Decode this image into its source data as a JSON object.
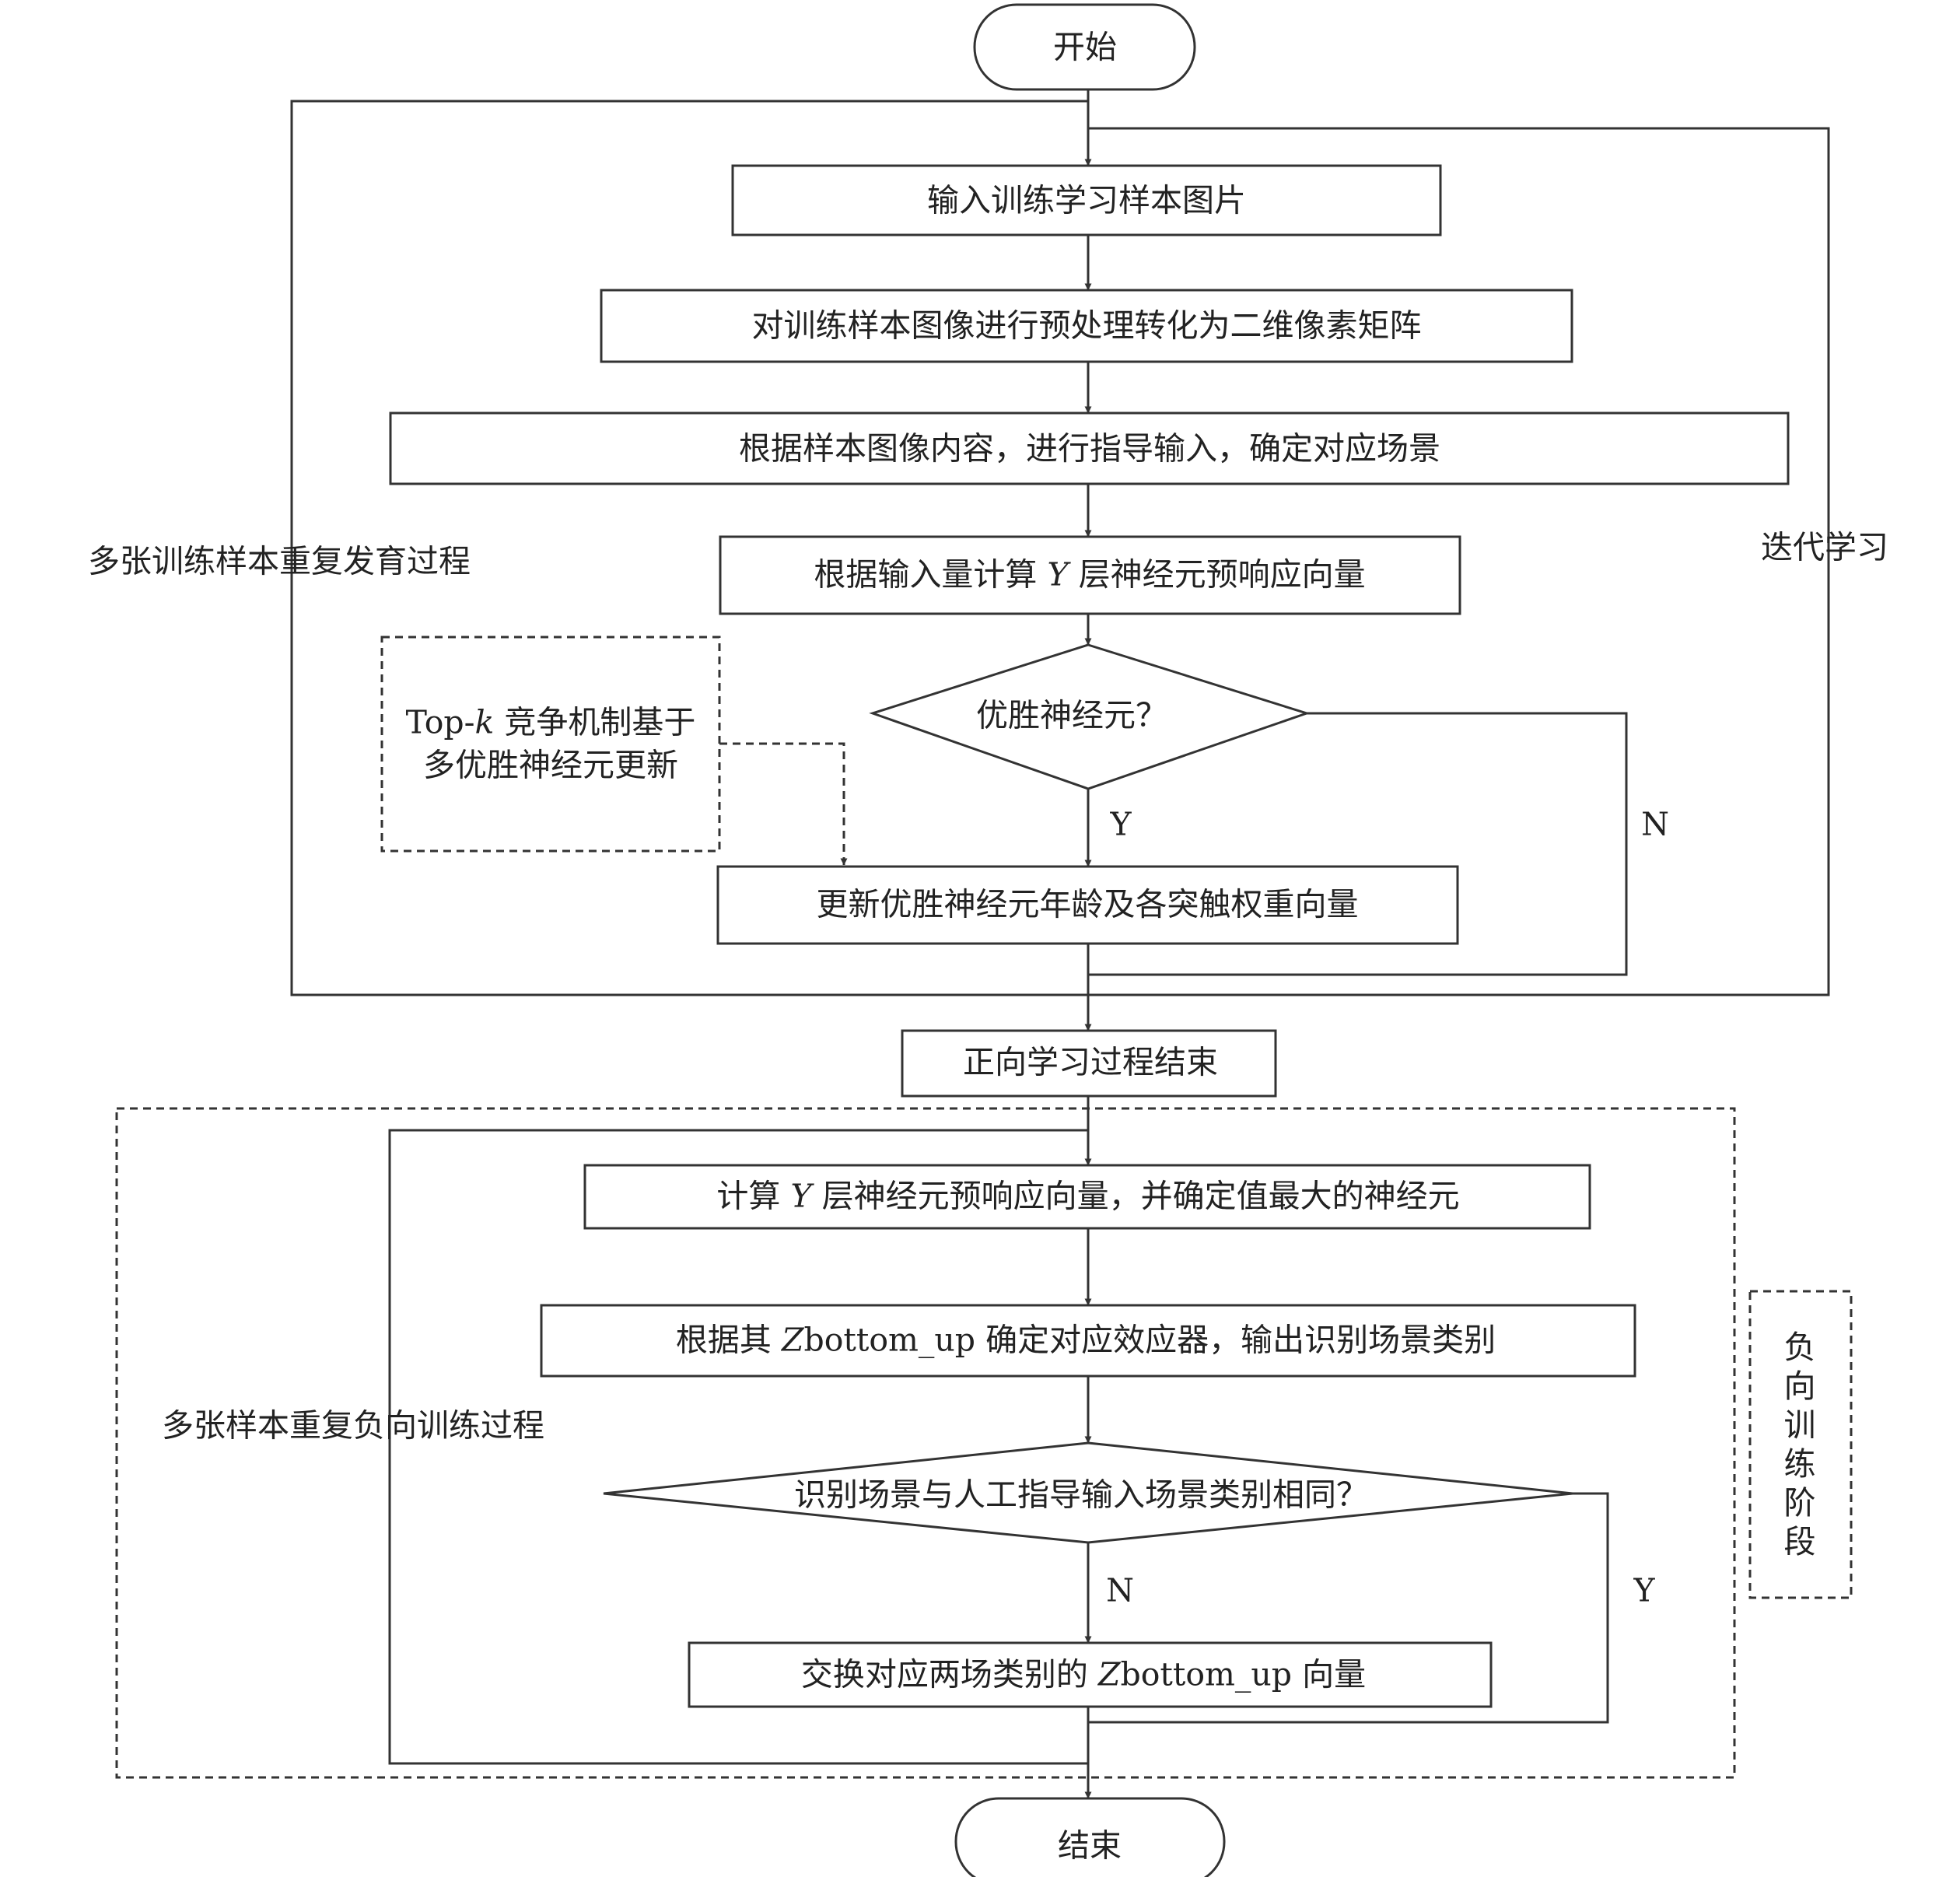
{
  "nodes": {
    "start": "开始",
    "input_images": "输入训练学习样本图片",
    "preprocess": "对训练样本图像进行预处理转化为二维像素矩阵",
    "guide_input": "根据样本图像内容，进行指导输入，确定对应场景",
    "calc_pre": {
      "prefix": "根据输入量计算",
      "var": "Y",
      "suffix": "层神经元预响应向量"
    },
    "winner_decision": "优胜神经元？",
    "update_winner": "更新优胜神经元年龄及各突触权重向量",
    "forward_end": "正向学习过程结束",
    "calc_max": {
      "prefix": "计算",
      "var": "Y",
      "suffix": "层神经元预响应向量，并确定值最大的神经元"
    },
    "determine_effector": {
      "prefix": "根据其",
      "var": "Z",
      "suffix": "bottom_up 确定对应效应器，输出识别场景类别"
    },
    "same_decision": "识别场景与人工指导输入场景类别相同？",
    "swap": {
      "prefix": "交换对应两场类别的",
      "var": "Z",
      "suffix": "bottom_up 向量"
    },
    "end": "结束"
  },
  "notes": {
    "topk_line1_prefix": "Top-",
    "topk_line1_var": "k",
    "topk_line1_suffix": "竞争机制基于",
    "topk_line2": "多优胜神经元更新"
  },
  "labels": {
    "multi_train": "多张训练样本重复发育过程",
    "iterate": "迭代学习",
    "multi_negative": "多张样本重复负向训练过程",
    "negative_phase": "负向训练阶段"
  },
  "edges": {
    "winner_yes": "Y",
    "winner_no": "N",
    "same_no": "N",
    "same_yes": "Y"
  }
}
